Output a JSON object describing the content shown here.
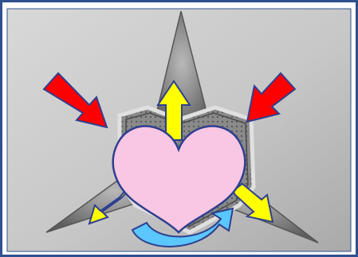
{
  "diagram": {
    "border_color": "#2f4f8f",
    "background_gray": "#cfcfcf",
    "star_color": "#9b9b9b",
    "heart_color": "#f8c7e3",
    "heart_stroke": "#2f3f8f",
    "inward_arrows_color": "#ff0000",
    "outward_arrows_color": "#ffff00",
    "rotation_arrow_color": "#5ac8ff",
    "arrow_outline_color": "#2f3f8f",
    "icons": {
      "heart": "heart-shape",
      "inward_arrows": "red-arrow",
      "outward_arrows": "yellow-arrow",
      "rotation": "curved-rotation-arrow"
    }
  }
}
